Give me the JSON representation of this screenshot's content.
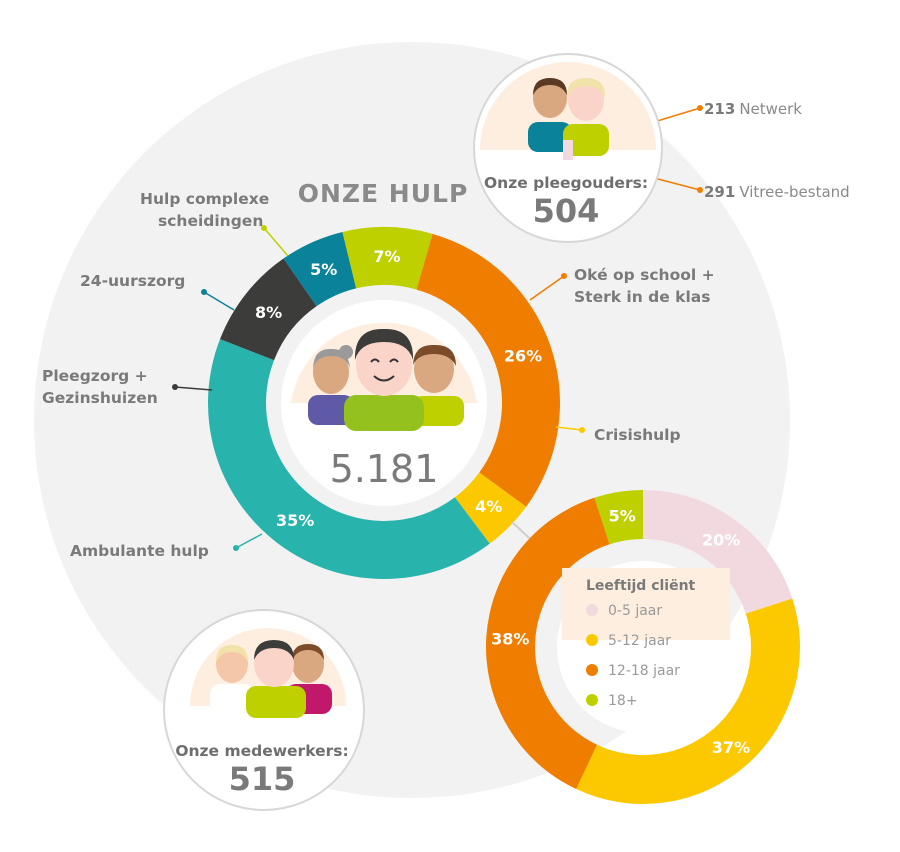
{
  "chart_data": [
    {
      "type": "pie",
      "variant": "donut",
      "title": "ONZE HULP",
      "total": "5.181",
      "slices": [
        {
          "label": "Oké op school + Sterk in de klas",
          "value": 26,
          "display": "26%",
          "color": "#ef7d00"
        },
        {
          "label": "Crisishulp",
          "value": 4,
          "display": "4%",
          "color": "#fcc900"
        },
        {
          "label": "Ambulante hulp",
          "value": 35,
          "display": "35%",
          "color": "#29b3ad"
        },
        {
          "label": "Pleegzorg + Gezinshuizen",
          "value": 8,
          "display": "8%",
          "color": "#3c3c3b"
        },
        {
          "label": "24-uurszorg",
          "value": 5,
          "display": "5%",
          "color": "#0a8299"
        },
        {
          "label": "Hulp complexe scheidingen",
          "value": 7,
          "display": "7%",
          "color": "#bed000"
        }
      ]
    },
    {
      "type": "pie",
      "variant": "donut",
      "title": "Leeftijd cliënt",
      "legend": "center",
      "slices": [
        {
          "label": "0-5 jaar",
          "value": 20,
          "display": "20%",
          "color": "#f2d9df"
        },
        {
          "label": "5-12 jaar",
          "value": 37,
          "display": "37%",
          "color": "#fcc900"
        },
        {
          "label": "12-18 jaar",
          "value": 38,
          "display": "38%",
          "color": "#ef7d00"
        },
        {
          "label": "18+",
          "value": 5,
          "display": "5%",
          "color": "#bed000"
        }
      ]
    }
  ],
  "pleegouders": {
    "title": "Onze pleegouders:",
    "total": "504",
    "breakdown": [
      {
        "value": "213",
        "label": "Netwerk"
      },
      {
        "value": "291",
        "label": "Vitree-bestand"
      }
    ]
  },
  "medewerkers": {
    "title": "Onze medewerkers:",
    "total": "515"
  }
}
